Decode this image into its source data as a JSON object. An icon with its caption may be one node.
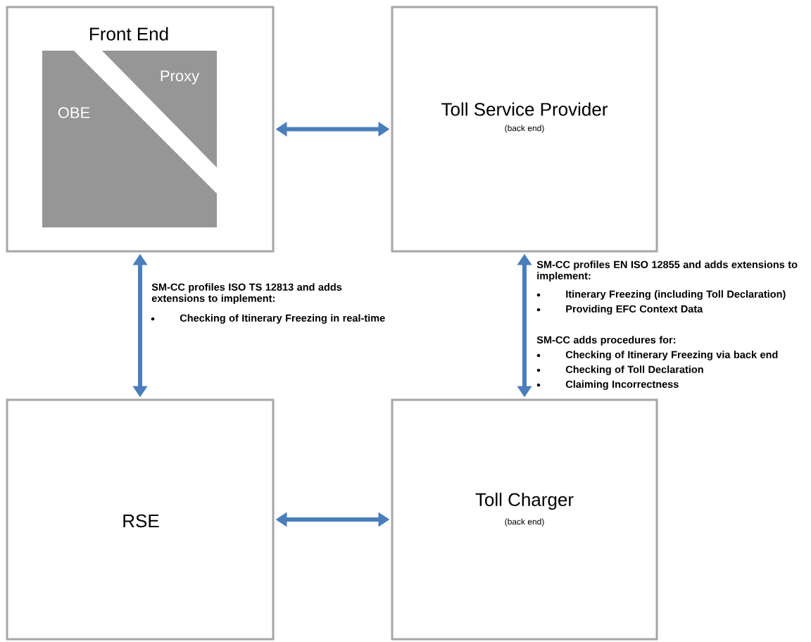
{
  "diagram": {
    "nodes": [
      {
        "text": [
          "Front End"
        ]
      },
      {
        "text": [
          "OBE"
        ],
        "in": 0
      },
      {
        "text": [
          "Proxy"
        ],
        "in": 0
      },
      {
        "text": [
          "Toll Service Provider",
          "(back end)"
        ]
      },
      {
        "text": [
          "RSE"
        ]
      },
      {
        "text": [
          "Toll Charger",
          "(back end)"
        ]
      }
    ],
    "edges": [
      {
        "from": 0,
        "to": 3,
        "arrow": "both"
      },
      {
        "from": 0,
        "to": 4,
        "arrow": "both"
      },
      {
        "from": 3,
        "to": 5,
        "arrow": "both"
      },
      {
        "from": 4,
        "to": 5,
        "arrow": "both"
      }
    ],
    "labels": [
      "SM-CC profiles ISO TS 12813 and adds extensions to implement:",
      "Checking of Itinerary Freezing in real-time",
      "SM-CC profiles EN ISO 12855 and adds extensions to implement:",
      "Itinerary Freezing (including Toll Declaration)",
      "Providing EFC Context Data",
      "SM-CC adds procedures for:",
      "Checking of Itinerary Freezing via back end",
      "Checking of Toll Declaration",
      "Claiming Incorrectness"
    ]
  }
}
